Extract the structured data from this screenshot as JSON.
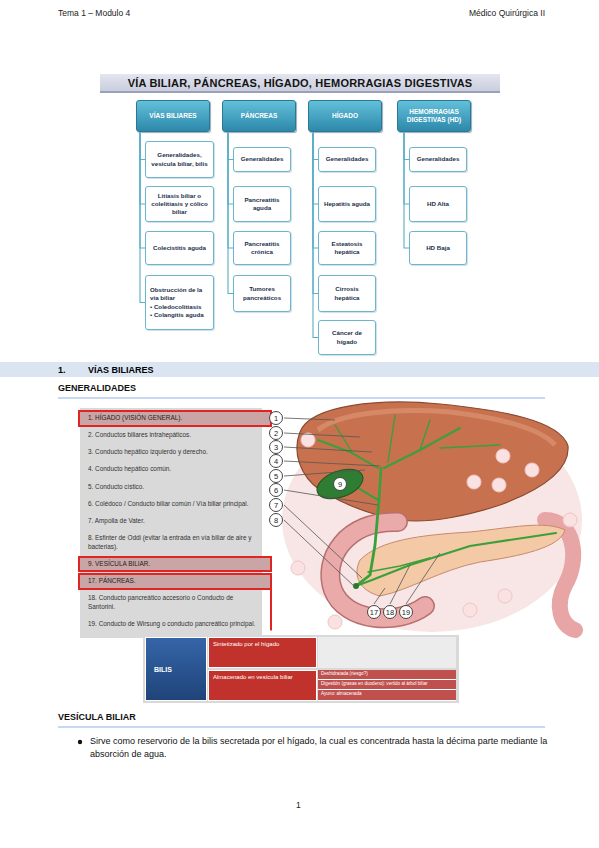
{
  "diagram": {
    "title": "VÍA BILIAR, PÁNCREAS, HÍGADO, HEMORRAGIAS DIGESTIVAS",
    "nodes": [
      {
        "text": [
          "VÍAS BILIARES"
        ]
      },
      {
        "text": [
          "PÁNCREAS"
        ]
      },
      {
        "text": [
          "HÍGADO"
        ]
      },
      {
        "text": [
          "HEMORRAGIAS DIGESTIVAS (HD)"
        ]
      },
      {
        "text": [
          "Generalidades, vesícula biliar, bilis"
        ]
      },
      {
        "text": [
          "Litiasis biliar o colelitiasis y cólico biliar"
        ]
      },
      {
        "text": [
          "Colecistitis aguda"
        ]
      },
      {
        "text": [
          "Obstrucción de la vía biliar",
          "• Coledocolitiasis",
          "• Colangitis aguda"
        ]
      },
      {
        "text": [
          "Generalidades"
        ]
      },
      {
        "text": [
          "Pancreatitis aguda"
        ]
      },
      {
        "text": [
          "Pancreatitis crónica"
        ]
      },
      {
        "text": [
          "Tumores pancreáticos"
        ]
      },
      {
        "text": [
          "Generalidades"
        ]
      },
      {
        "text": [
          "Hepatitis aguda"
        ]
      },
      {
        "text": [
          "Esteatosis hepática"
        ]
      },
      {
        "text": [
          "Cirrosis hepática"
        ]
      },
      {
        "text": [
          "Cáncer de hígado"
        ]
      },
      {
        "text": [
          "Generalidades"
        ]
      },
      {
        "text": [
          "HD Alta"
        ]
      },
      {
        "text": [
          "HD Baja"
        ]
      },
      {
        "text": [
          "1.",
          "VÍAS BILIARES"
        ]
      },
      {
        "text": [
          "1. HÍGADO (VISIÓN GENERAL).",
          "2. Conductos biliares intrahepáticos.",
          "3. Conducto hepático izquierdo y derecho.",
          "4. Conducto hepático común.",
          "5. Conducto cístico.",
          "6. Colédoco / Conducto biliar común / Vía biliar principal.",
          "7. Ampolla de Vater.",
          "8. Esfinter de Oddi (evitar la entrada en vía biliar de aire y bacterias).",
          "9. VESÍCULA BILIAR.",
          "17. PÁNCREAS.",
          "18. Conducto pancreático accesorio o Conducto de Santorini.",
          "19. Conducto de Wirsung o conducto pancreático principal."
        ]
      },
      {
        "text": [
          "BILIS"
        ]
      },
      {
        "text": [
          "Sintetizado por el hígado"
        ]
      },
      {
        "text": [
          "Almacenado en vesícula biliar"
        ]
      },
      {
        "text": [
          "Deshidratada (riesgo?)"
        ]
      },
      {
        "text": [
          "Digestión (grasas en duodeno): vertido al árbol biliar"
        ]
      },
      {
        "text": [
          "Ayuno: almacenada"
        ]
      }
    ],
    "edges": [
      {
        "from": 0,
        "to": 4,
        "arrow": "none"
      },
      {
        "from": 0,
        "to": 5,
        "arrow": "none"
      },
      {
        "from": 0,
        "to": 6,
        "arrow": "none"
      },
      {
        "from": 0,
        "to": 7,
        "arrow": "none"
      },
      {
        "from": 1,
        "to": 8,
        "arrow": "none"
      },
      {
        "from": 1,
        "to": 9,
        "arrow": "none"
      },
      {
        "from": 1,
        "to": 10,
        "arrow": "none"
      },
      {
        "from": 1,
        "to": 11,
        "arrow": "none"
      },
      {
        "from": 2,
        "to": 12,
        "arrow": "none"
      },
      {
        "from": 2,
        "to": 13,
        "arrow": "none"
      },
      {
        "from": 2,
        "to": 14,
        "arrow": "none"
      },
      {
        "from": 2,
        "to": 15,
        "arrow": "none"
      },
      {
        "from": 2,
        "to": 16,
        "arrow": "none"
      },
      {
        "from": 3,
        "to": 17,
        "arrow": "none"
      },
      {
        "from": 3,
        "to": 18,
        "arrow": "none"
      },
      {
        "from": 3,
        "to": 19,
        "arrow": "none"
      }
    ],
    "labels": [
      "Tema 1 – Modulo 4",
      "Médico Quirúrgica II",
      "GENERALIDADES",
      "1",
      "2",
      "3",
      "4",
      "5",
      "6",
      "7",
      "8",
      "9",
      "17",
      "18",
      "19",
      "VESÍCULA BILIAR",
      "Sirve como reservorio de la bilis secretada por el hígado, la cual es concentrada hasta la décima parte mediante la absorción de agua.",
      "1"
    ]
  }
}
